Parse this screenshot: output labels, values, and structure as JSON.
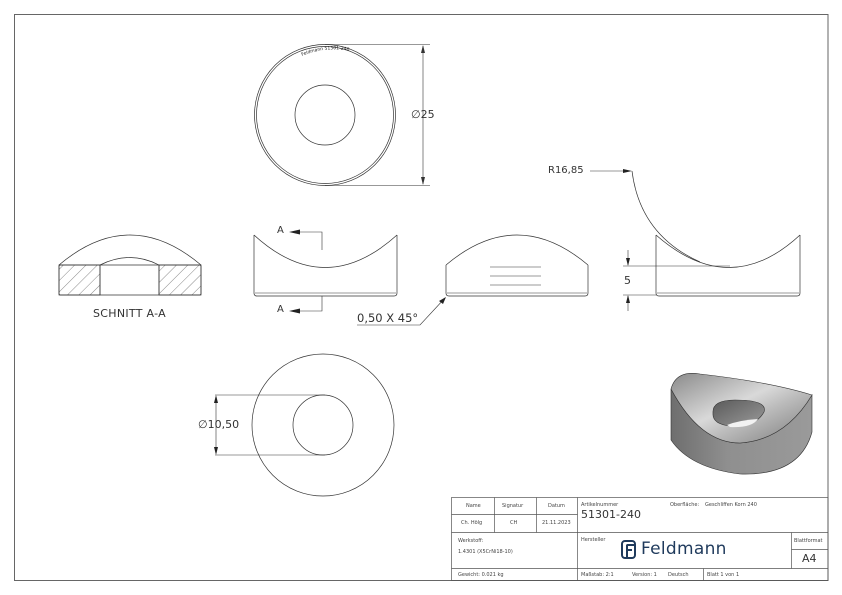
{
  "drawing": {
    "views": {
      "top_view": {
        "engraving": "Feldmann 51301-240",
        "diameter_label": "∅25"
      },
      "section_view": {
        "title": "SCHNITT A-A"
      },
      "front_view": {
        "section_marker_top": "A",
        "section_marker_bottom": "A"
      },
      "side_view": {
        "chamfer_label": "0,50 X 45°"
      },
      "right_view": {
        "radius_label": "R16,85",
        "height_label": "5"
      },
      "bottom_view": {
        "hole_diameter_label": "∅10,50"
      },
      "iso_view": {
        "description": "3D shaded view of saddle washer"
      }
    }
  },
  "title_block": {
    "headers": {
      "name": "Name",
      "signature": "Signatur",
      "date": "Datum"
    },
    "values": {
      "name": "Ch. Hölg",
      "signature": "CH",
      "date": "21.11.2023"
    },
    "material_label": "Werkstoff:",
    "material_value": "1.4301 (X5CrNi18-10)",
    "weight": "Gewicht: 0.021 kg",
    "article_label": "Artikelnummer",
    "article_number": "51301-240",
    "surface_label": "Oberfläche:",
    "surface_value": "Geschliffen Korn 240",
    "manufacturer_label": "Hersteller",
    "logo_text": "Feldmann",
    "sheet_format_label": "Blattformat",
    "sheet_format_value": "A4",
    "scale": "Maßstab: 2:1",
    "version": "Version: 1",
    "language": "Deutsch",
    "sheet": "Blatt 1 von 1"
  },
  "colors": {
    "line": "#333333",
    "border": "#555555",
    "logo": "#1f3a5c"
  }
}
